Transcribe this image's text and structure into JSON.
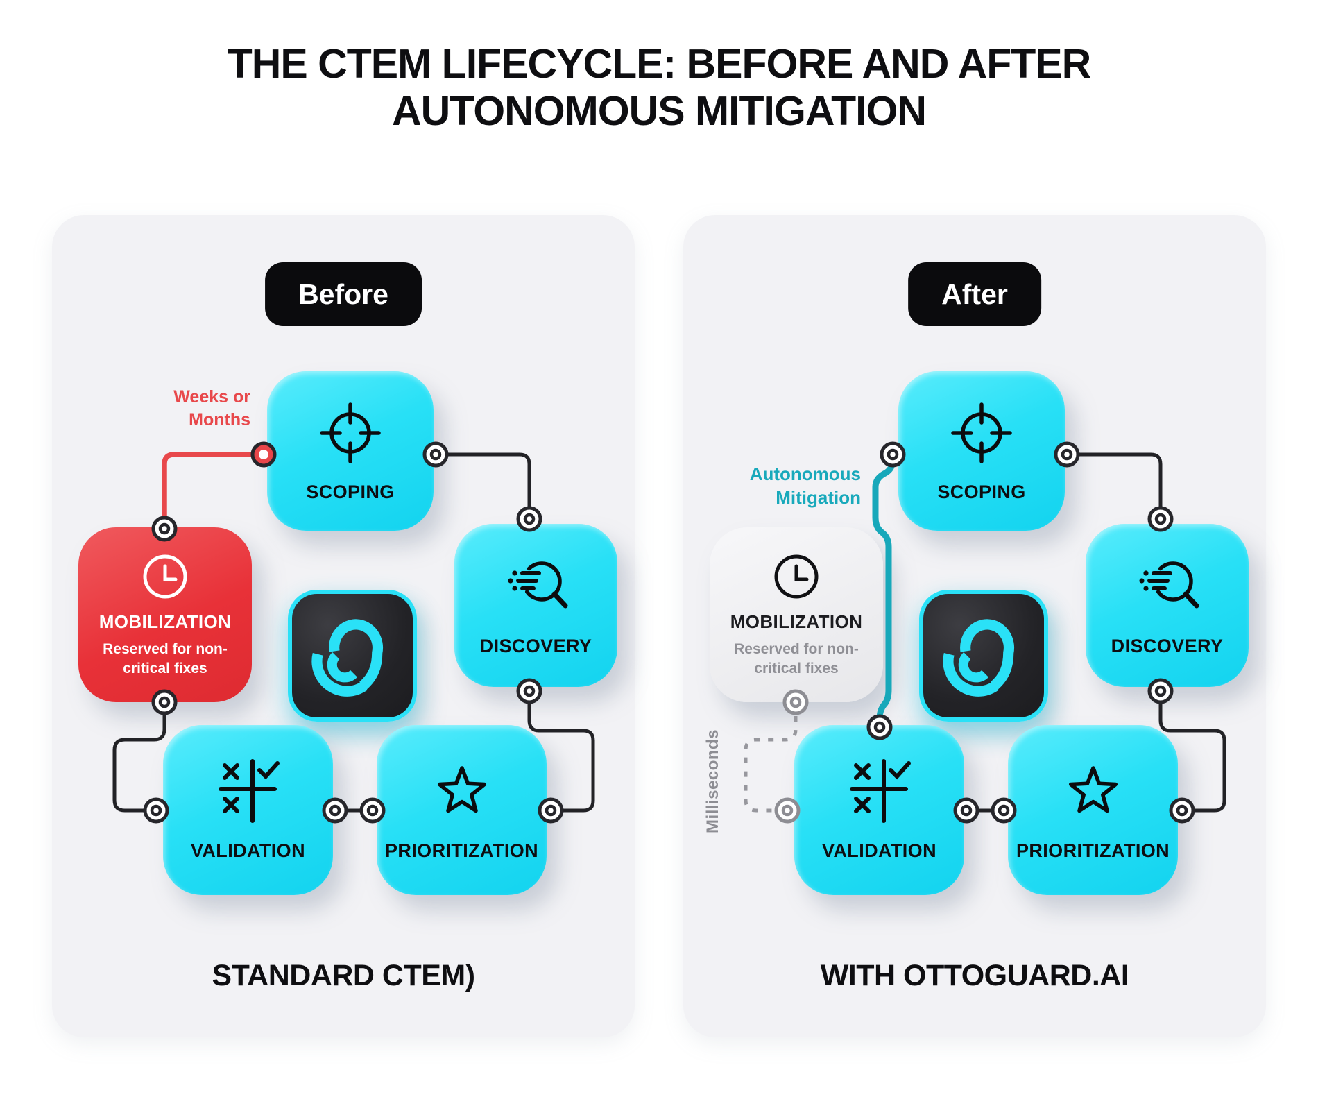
{
  "title": {
    "line1": "THE CTEM LIFECYCLE: BEFORE AND AFTER",
    "line2": "AUTONOMOUS MITIGATION"
  },
  "colors": {
    "page_bg": "#ffffff",
    "panel_bg": "#f2f2f5",
    "node_cyan": "#28e0f6",
    "node_red": "#e83138",
    "node_gray": "#ededf0",
    "badge_black": "#0b0b0d",
    "wire_black": "#222226",
    "wire_red": "#e8484b",
    "wire_teal": "#17a8ba",
    "wire_dashed_gray": "#97979d",
    "logo_cyan": "#2ae1f7",
    "logo_tile_dark": "#232327"
  },
  "panels": {
    "before": {
      "badge": "Before",
      "caption": "STANDARD CTEM)",
      "annotation_line1": "Weeks or",
      "annotation_line2": "Months",
      "nodes": {
        "scoping": {
          "label": "SCOPING",
          "icon": "target-icon"
        },
        "discovery": {
          "label": "DISCOVERY",
          "icon": "search-list-icon"
        },
        "mobilization": {
          "label": "MOBILIZATION",
          "sub_line1": "Reserved for non-",
          "sub_line2": "critical fixes",
          "icon": "clock-icon"
        },
        "validation": {
          "label": "VALIDATION",
          "icon": "check-cross-grid-icon"
        },
        "prioritization": {
          "label": "PRIORITIZATION",
          "icon": "star-icon"
        },
        "center": {
          "icon": "ottoguard-logo-icon"
        }
      }
    },
    "after": {
      "badge": "After",
      "caption": "WITH OTTOGUARD.AI",
      "annotation_line1": "Autonomous",
      "annotation_line2": "Mitigation",
      "milliseconds_label": "Milliseconds",
      "nodes": {
        "scoping": {
          "label": "SCOPING",
          "icon": "target-icon"
        },
        "discovery": {
          "label": "DISCOVERY",
          "icon": "search-list-icon"
        },
        "mobilization": {
          "label": "MOBILIZATION",
          "sub_line1": "Reserved for non-",
          "sub_line2": "critical fixes",
          "icon": "clock-icon"
        },
        "validation": {
          "label": "VALIDATION",
          "icon": "check-cross-grid-icon"
        },
        "prioritization": {
          "label": "PRIORITIZATION",
          "icon": "star-icon"
        },
        "center": {
          "icon": "ottoguard-logo-icon"
        }
      }
    }
  }
}
